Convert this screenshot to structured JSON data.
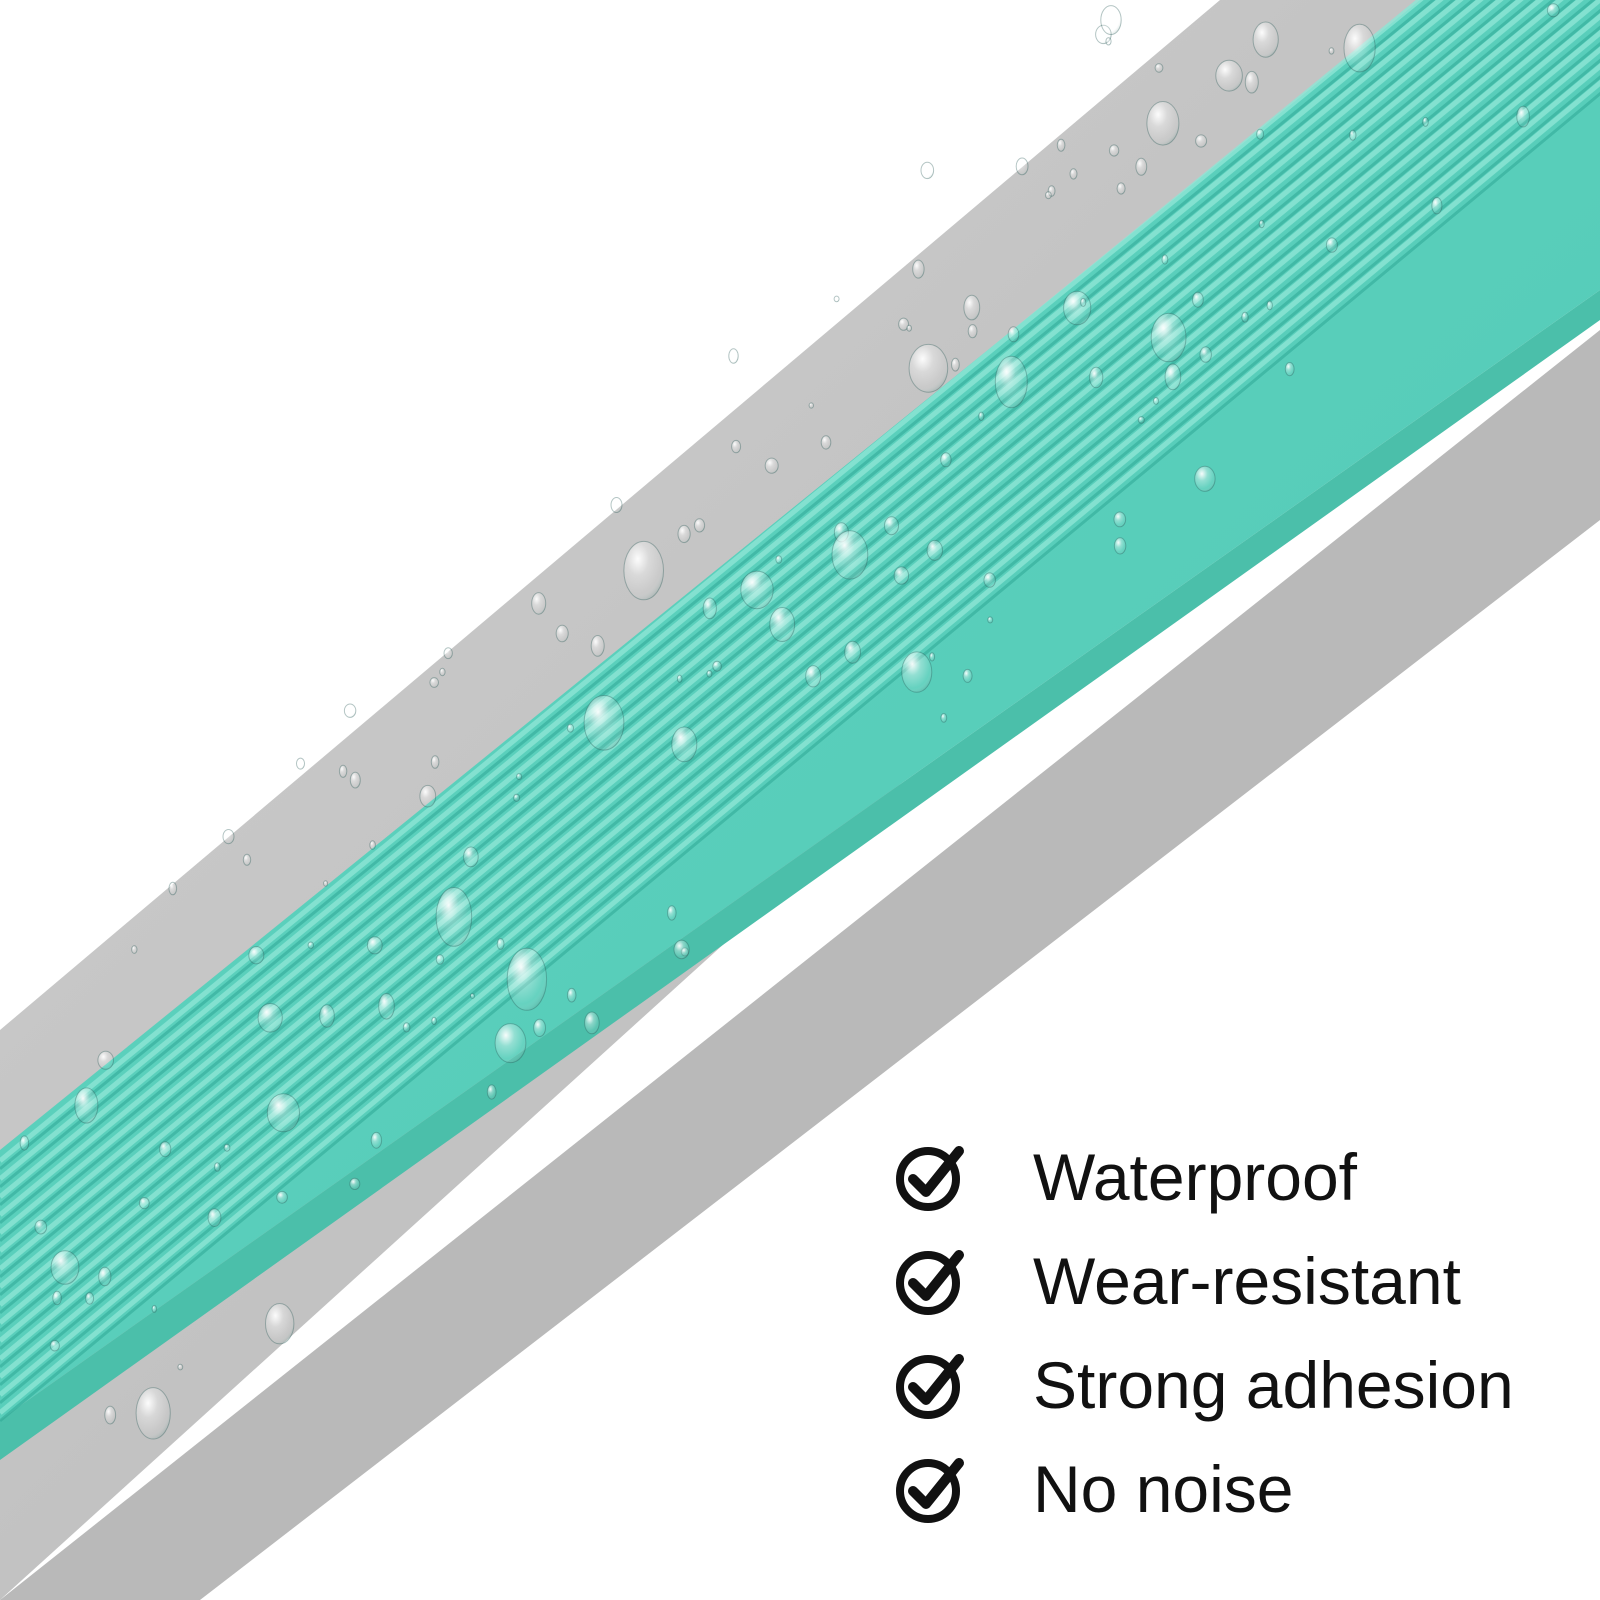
{
  "product": {
    "strip_colors": {
      "base_gray": "#c4c4c4",
      "base_gray_dark": "#acacac",
      "accent_teal": "#5cd3bf",
      "rib_highlight": "#8ee6d6",
      "rib_shadow": "#2fa896"
    },
    "water_droplets": true
  },
  "features": {
    "icon": "check-circle-icon",
    "icon_color": "#111111",
    "items": [
      {
        "label": "Waterproof"
      },
      {
        "label": "Wear-resistant"
      },
      {
        "label": "Strong adhesion"
      },
      {
        "label": "No noise"
      }
    ]
  }
}
